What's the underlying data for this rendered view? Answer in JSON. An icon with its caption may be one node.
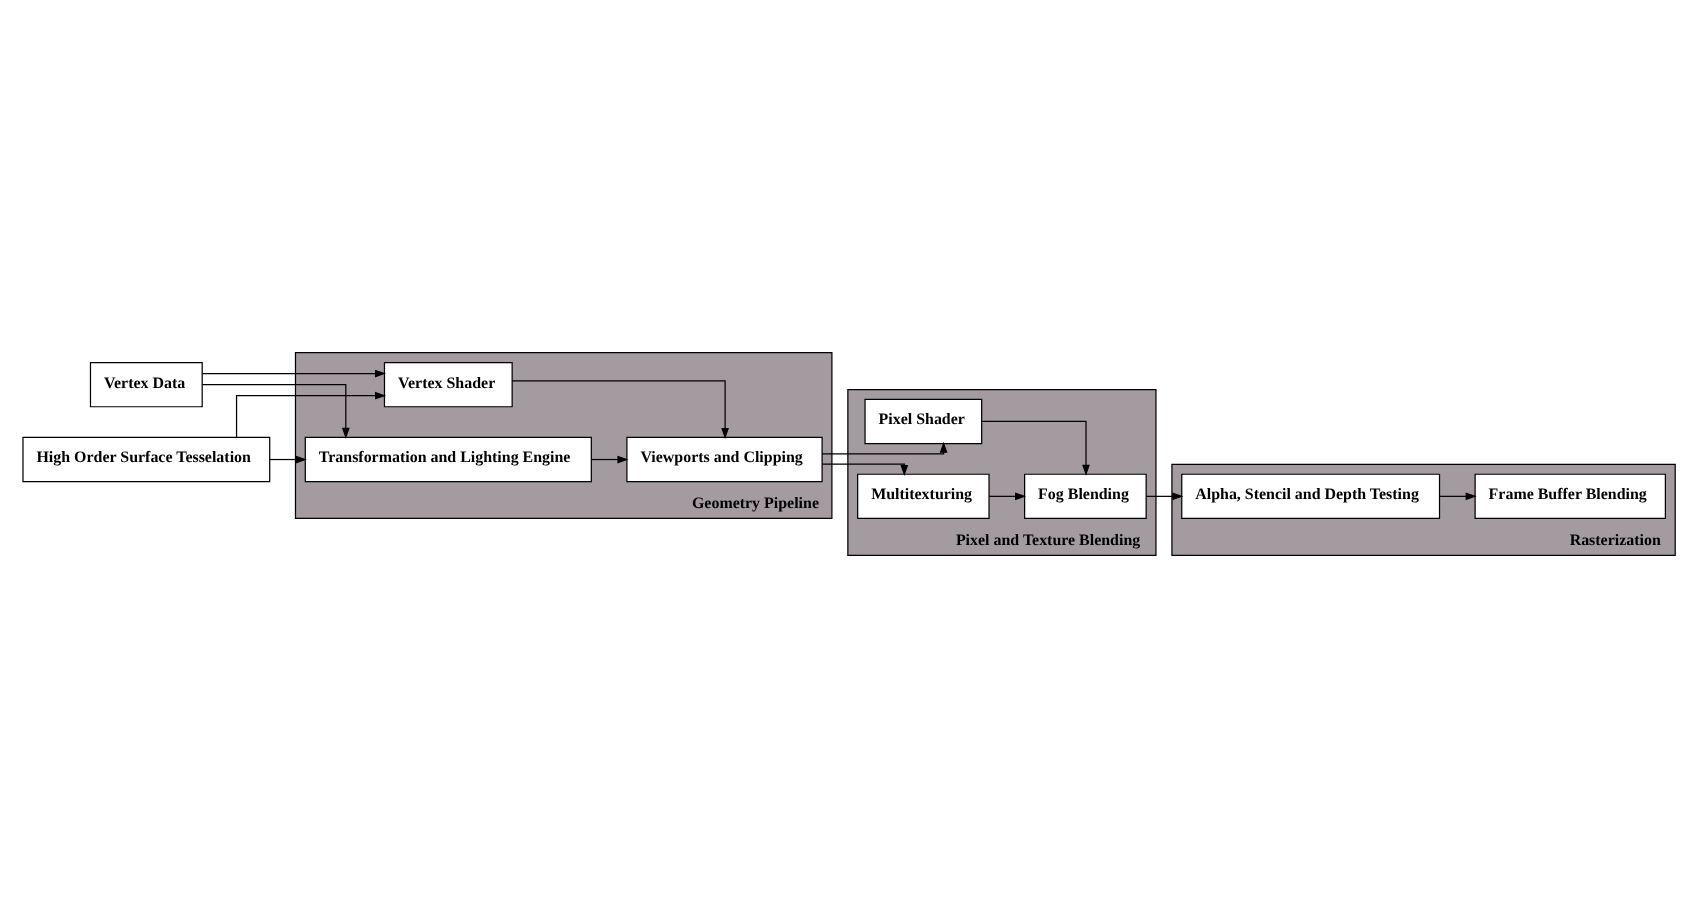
{
  "diagram": {
    "nodes": [
      {
        "text": [
          "Vertex Data"
        ]
      },
      {
        "text": [
          "High Order Surface Tesselation"
        ]
      },
      {
        "text": [
          "Geometry Pipeline"
        ]
      },
      {
        "text": [
          "Vertex Shader"
        ],
        "in": 2
      },
      {
        "text": [
          "Transformation and Lighting Engine"
        ],
        "in": 2
      },
      {
        "text": [
          "Viewports and Clipping"
        ],
        "in": 2
      },
      {
        "text": [
          "Pixel and Texture Blending"
        ]
      },
      {
        "text": [
          "Pixel Shader"
        ],
        "in": 6
      },
      {
        "text": [
          "Multitexturing"
        ],
        "in": 6
      },
      {
        "text": [
          "Fog Blending"
        ],
        "in": 6
      },
      {
        "text": [
          "Rasterization"
        ]
      },
      {
        "text": [
          "Alpha, Stencil and Depth Testing"
        ],
        "in": 10
      },
      {
        "text": [
          "Frame Buffer Blending"
        ],
        "in": 10
      }
    ],
    "edges": [
      {
        "from": 0,
        "to": 3,
        "arrow": "to"
      },
      {
        "from": 0,
        "to": 4,
        "arrow": "to"
      },
      {
        "from": 1,
        "to": 3,
        "arrow": "to"
      },
      {
        "from": 1,
        "to": 4,
        "arrow": "to"
      },
      {
        "from": 3,
        "to": 5,
        "arrow": "to"
      },
      {
        "from": 4,
        "to": 5,
        "arrow": "to"
      },
      {
        "from": 5,
        "to": 7,
        "arrow": "to"
      },
      {
        "from": 5,
        "to": 8,
        "arrow": "to"
      },
      {
        "from": 7,
        "to": 9,
        "arrow": "to"
      },
      {
        "from": 8,
        "to": 9,
        "arrow": "to"
      },
      {
        "from": 9,
        "to": 11,
        "arrow": "to"
      },
      {
        "from": 11,
        "to": 12,
        "arrow": "to"
      }
    ]
  }
}
